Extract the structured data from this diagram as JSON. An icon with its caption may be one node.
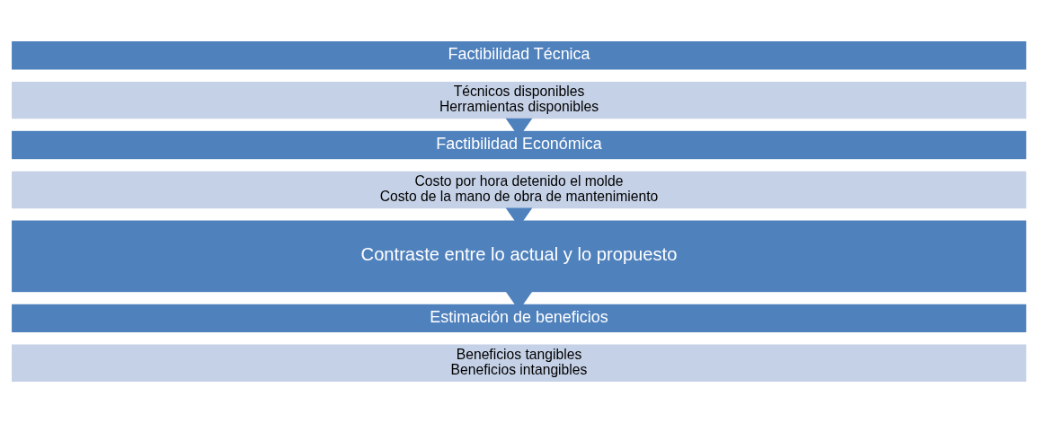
{
  "diagram": {
    "nodes": [
      {
        "text": [
          "Factibilidad Técnica"
        ]
      },
      {
        "text": [
          "Técnicos disponibles",
          "Herramientas disponibles"
        ]
      },
      {
        "text": [
          "Factibilidad Económica"
        ]
      },
      {
        "text": [
          "Costo por hora detenido el molde",
          "Costo de la mano de obra de mantenimiento"
        ]
      },
      {
        "text": [
          "Contraste entre lo actual y lo propuesto"
        ]
      },
      {
        "text": [
          "Estimación de beneficios"
        ]
      },
      {
        "text": [
          "Beneficios tangibles",
          "Beneficios intangibles"
        ]
      }
    ],
    "edges": [
      {
        "from": 1,
        "to": 2,
        "arrow": "to",
        "style": "thick"
      },
      {
        "from": 3,
        "to": 4,
        "arrow": "to",
        "style": "thick"
      },
      {
        "from": 4,
        "to": 5,
        "arrow": "to",
        "style": "thick"
      }
    ]
  }
}
